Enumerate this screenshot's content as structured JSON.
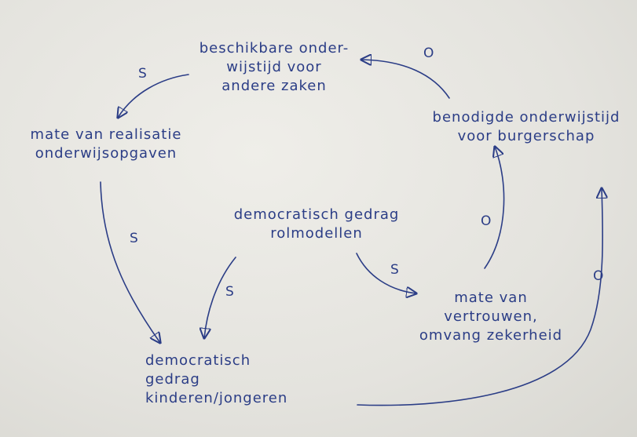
{
  "nodes": {
    "beschikbare": [
      "beschikbare onder-",
      "wijstijd voor",
      "andere zaken"
    ],
    "realisatie": [
      "mate van realisatie",
      "onderwijsopgaven"
    ],
    "rolmodellen": [
      "democratisch gedrag",
      "rolmodellen"
    ],
    "benodigde": [
      "benodigde onderwijstijd",
      "voor burgerschap"
    ],
    "vertrouwen": [
      "mate van",
      "vertrouwen,",
      "omvang zekerheid"
    ],
    "kinderen": [
      "democratisch",
      "gedrag",
      "kinderen/jongeren"
    ]
  },
  "polarities": {
    "beschikbare_to_realisatie": "S",
    "benodigde_to_beschikbare": "O",
    "realisatie_to_kinderen": "S",
    "rolmodellen_to_kinderen": "S",
    "rolmodellen_to_vertrouwen": "S",
    "vertrouwen_to_benodigde": "O",
    "kinderen_to_benodigde": "O"
  },
  "colors": {
    "ink": "#2b3d86",
    "paper": "#e6e5e0"
  }
}
